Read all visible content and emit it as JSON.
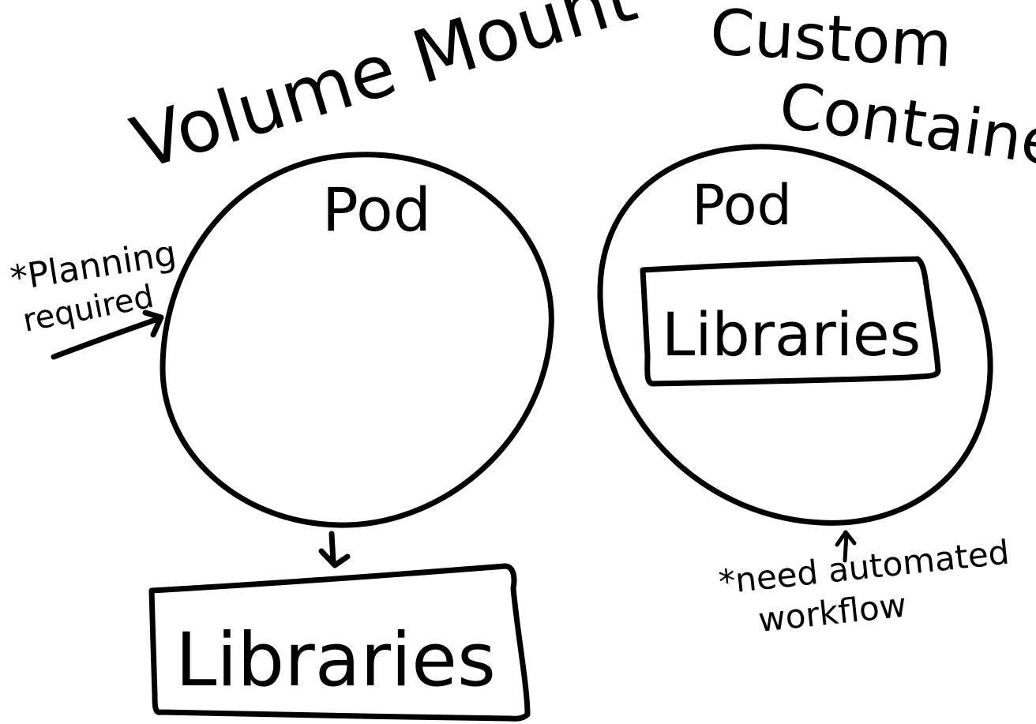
{
  "left": {
    "title": "Volume Mount",
    "pod_label": "Pod",
    "libraries_label": "Libraries",
    "note_line1": "*Planning",
    "note_line2": "required"
  },
  "right": {
    "title_line1": "Custom",
    "title_line2": "Container",
    "pod_label": "Pod",
    "libraries_label": "Libraries",
    "note_line1": "*need automated",
    "note_line2": "workflow"
  },
  "colors": {
    "ink": "#000000",
    "background": "#ffffff"
  }
}
